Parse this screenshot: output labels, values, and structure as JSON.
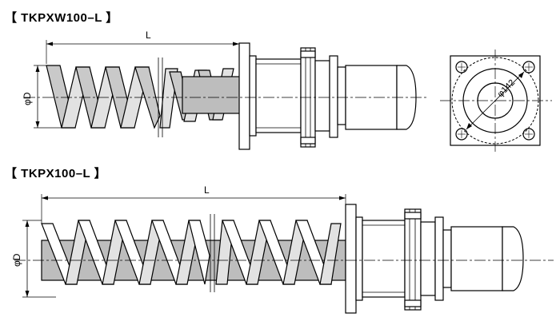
{
  "figure_a": {
    "title": "【 TKPXW100–L 】",
    "length_label": "L",
    "diameter_label": "φD",
    "bolt_circle_label": "φ142"
  },
  "figure_b": {
    "title": "【 TKPX100–L 】",
    "length_label": "L",
    "diameter_label": "φD"
  },
  "colors": {
    "line": "#000000",
    "fill": "#c9c9c9"
  }
}
